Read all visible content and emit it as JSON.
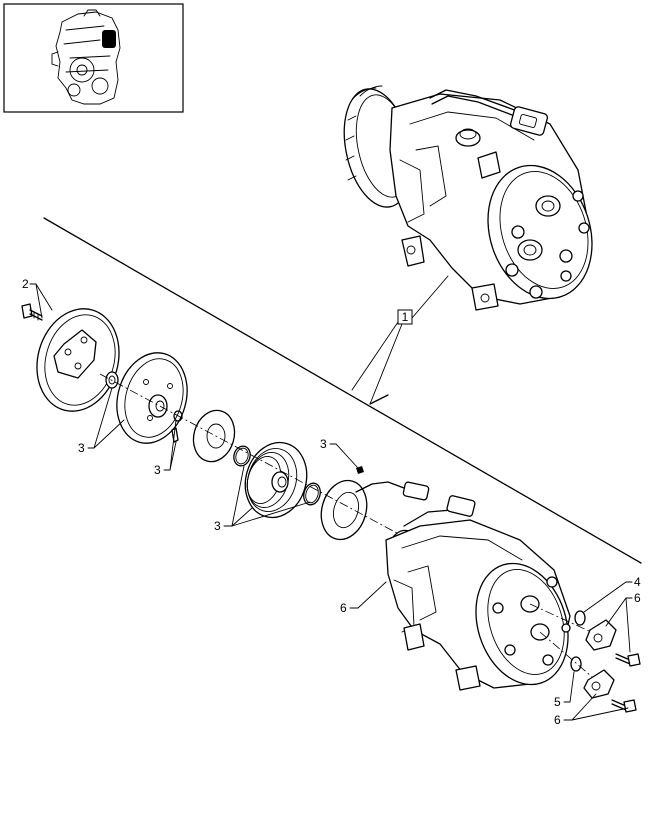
{
  "callouts": [
    {
      "id": "c1",
      "text": "1"
    },
    {
      "id": "c2",
      "text": "2"
    },
    {
      "id": "c3a",
      "text": "3"
    },
    {
      "id": "c3b",
      "text": "3"
    },
    {
      "id": "c3c",
      "text": "3"
    },
    {
      "id": "c3d",
      "text": "3"
    },
    {
      "id": "c4",
      "text": "4"
    },
    {
      "id": "c5",
      "text": "5"
    },
    {
      "id": "c6a",
      "text": "6"
    },
    {
      "id": "c6b",
      "text": "6"
    },
    {
      "id": "c6c",
      "text": "6"
    }
  ]
}
